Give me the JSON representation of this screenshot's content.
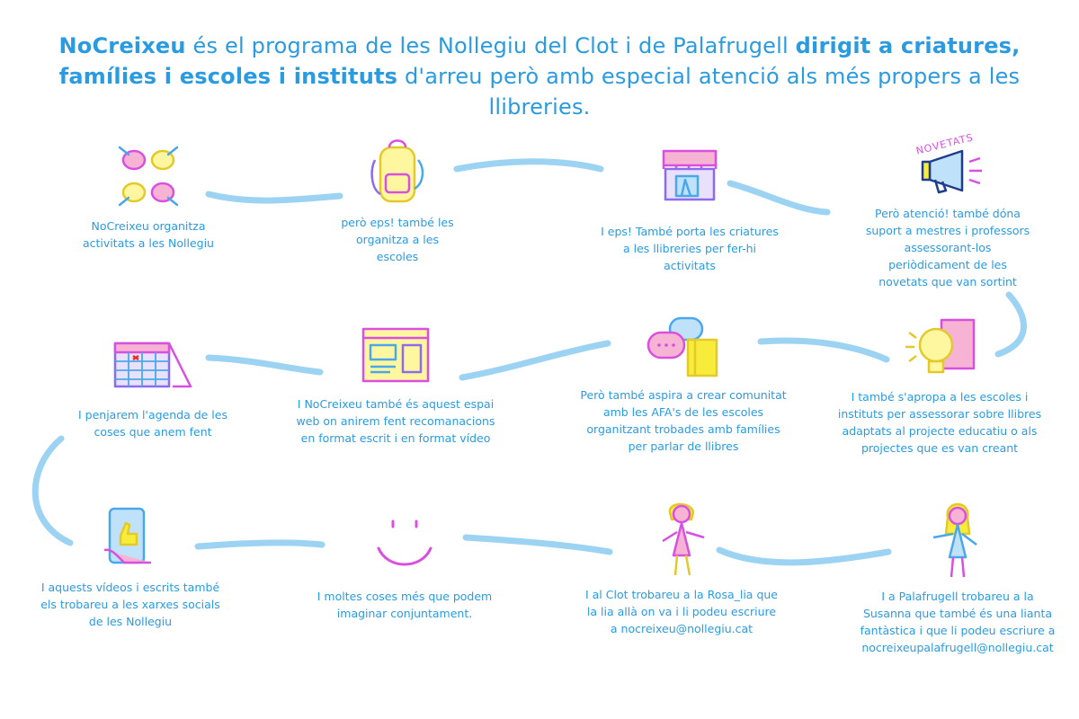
{
  "header": {
    "brand": "NoCreixeu",
    "text_1": " és el programa de les Nollegiu del Clot i de Palafrugell ",
    "bold_1": "dirigit a criatures, famílies i escoles i instituts",
    "text_2": " d'arreu però amb especial atenció als més propers a les llibreries."
  },
  "steps": [
    {
      "icon": "hands-icon",
      "caption": "NoCreixeu organitza activitats a les Nollegiu"
    },
    {
      "icon": "backpack-icon",
      "caption": "però eps! també les organitza a les escoles"
    },
    {
      "icon": "bookshop-icon",
      "caption": "I eps! També porta les criatures a les llibreries per fer-hi activitats"
    },
    {
      "icon": "megaphone-icon",
      "caption": "Però atenció! també dóna suport a mestres i professors assessorant-los periòdicament de les novetats que van sortint",
      "sign": "NOVETATS"
    },
    {
      "icon": "lightbulb-icon",
      "caption": "I també s'apropa a les escoles i instituts per assessorar sobre llibres adaptats al projecte educatiu o als projectes que es van creant"
    },
    {
      "icon": "chat-bubbles-icon",
      "caption": "Però també aspira a crear comunitat amb les AFA's de les escoles organitzant trobades amb famílies per parlar de llibres"
    },
    {
      "icon": "webpage-icon",
      "caption": "I NoCreixeu també és aquest espai web on anirem fent recomanacions en format escrit i en format vídeo"
    },
    {
      "icon": "calendar-icon",
      "caption": "I penjarem l'agenda de les coses que anem fent"
    },
    {
      "icon": "phone-like-icon",
      "caption": "I aquests vídeos i escrits també els trobareu a les xarxes socials de les Nollegiu"
    },
    {
      "icon": "smile-icon",
      "caption": "I moltes coses més que podem imaginar conjuntament."
    },
    {
      "icon": "rosa-figure-icon",
      "caption": "I al Clot trobareu a la Rosa_lia que la lia allà on va i li podeu escriure a nocreixeu@nollegiu.cat"
    },
    {
      "icon": "susanna-figure-icon",
      "caption": "I a Palafrugell trobareu a la Susanna que també és una lianta fantàstica i que li podeu escriure a nocreixeupalafrugell@nollegiu.cat"
    }
  ],
  "colors": {
    "text": "#2b9be0",
    "connector": "#9dd3f2",
    "magenta": "#d94fe0",
    "yellow": "#f7ec3a",
    "blue": "#4aa8ea",
    "pink": "#f6b3d4",
    "violet": "#8b6cf0"
  }
}
